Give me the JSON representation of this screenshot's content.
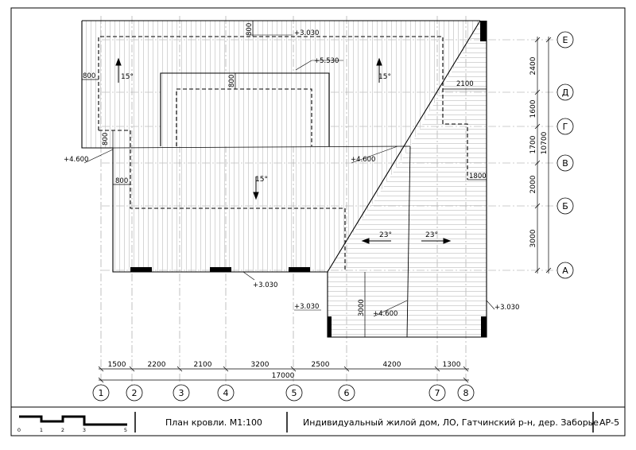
{
  "sheet": {
    "title": "План кровли.  М1:100",
    "project": "Индивидуальный жилой дом, ЛО, Гатчинский р-н, дер. Заборье",
    "sheet_code": "АР-5"
  },
  "scale_bar": {
    "ticks": [
      "0",
      "1",
      "2",
      "3",
      "5"
    ]
  },
  "axes_numeric": [
    "1",
    "2",
    "3",
    "4",
    "5",
    "6",
    "7",
    "8"
  ],
  "axes_letter": [
    "Е",
    "Д",
    "Г",
    "В",
    "Б",
    "А"
  ],
  "dims_bottom": [
    "1500",
    "2200",
    "2100",
    "3200",
    "2500",
    "4200",
    "1300"
  ],
  "dim_total_bottom": "17000",
  "dims_right": [
    "2400",
    "1600",
    "1700",
    "2000",
    "3000"
  ],
  "dim_total_right": "10700",
  "levels": [
    "+3.030",
    "+5.530",
    "+4.600",
    "+4.600",
    "+3.030",
    "+3.030",
    "+4.600",
    "+3.030"
  ],
  "overhangs": [
    "800",
    "800",
    "800",
    "800",
    "800",
    "1800",
    "2100",
    "3000"
  ],
  "slopes": [
    "15°",
    "15°",
    "15°",
    "23°",
    "23°"
  ]
}
